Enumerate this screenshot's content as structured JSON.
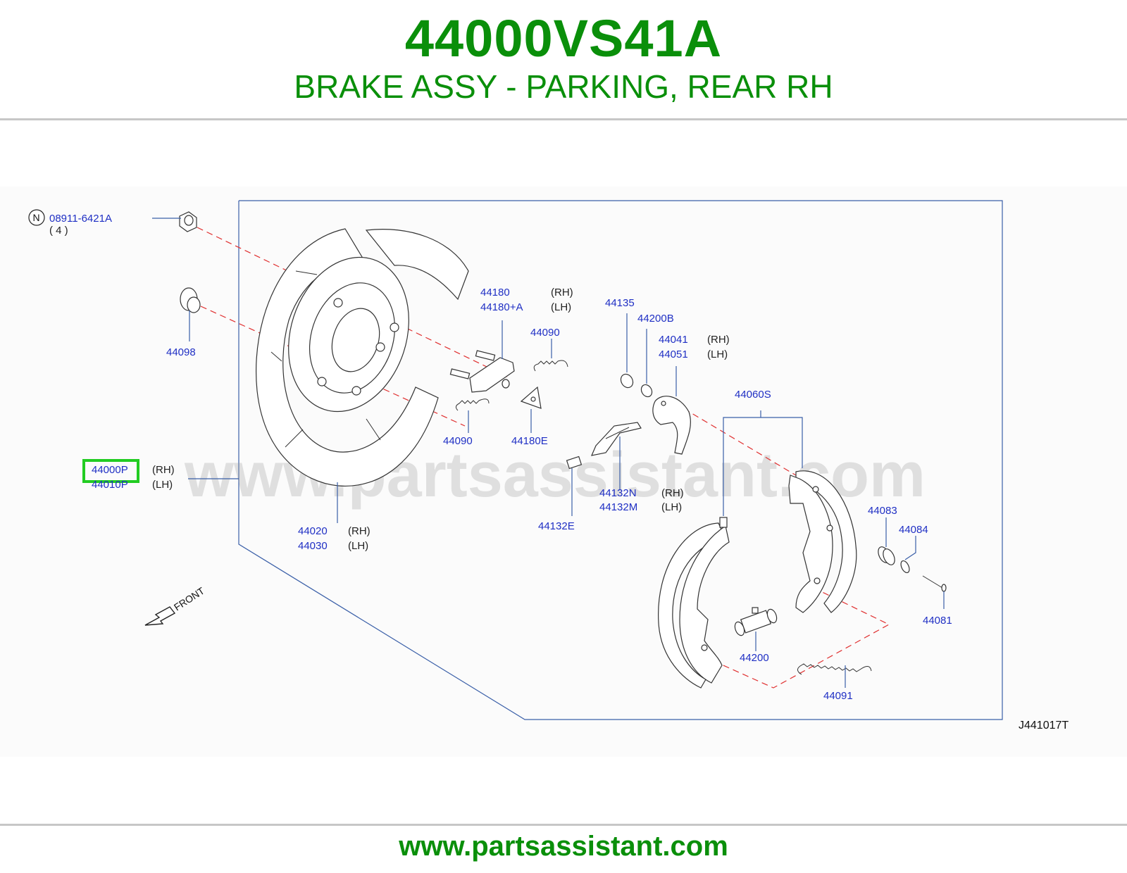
{
  "header": {
    "part_number": "44000VS41A",
    "part_description": "BRAKE ASSY - PARKING, REAR RH"
  },
  "diagram": {
    "callouts": {
      "n_symbol": "N",
      "nut_part": "08911-6421A",
      "nut_qty": "( 4   )",
      "p44098": "44098",
      "p44000P": "44000P",
      "p44000P_side": "(RH)",
      "p44010P": "44010P",
      "p44010P_side": "(LH)",
      "p44020": "44020",
      "p44020_side": "(RH)",
      "p44030": "44030",
      "p44030_side": "(LH)",
      "p44180": "44180",
      "p44180_side": "(RH)",
      "p44180A": "44180+A",
      "p44180A_side": "(LH)",
      "p44090_top": "44090",
      "p44090_bottom": "44090",
      "p44180E": "44180E",
      "p44135": "44135",
      "p44200B": "44200B",
      "p44041": "44041",
      "p44041_side": "(RH)",
      "p44051": "44051",
      "p44051_side": "(LH)",
      "p44060S": "44060S",
      "p44132N": "44132N",
      "p44132N_side": "(RH)",
      "p44132M": "44132M",
      "p44132M_side": "(LH)",
      "p44132E": "44132E",
      "p44083": "44083",
      "p44084": "44084",
      "p44081": "44081",
      "p44200": "44200",
      "p44091": "44091"
    },
    "front_label": "FRONT",
    "drawing_code": "J441017T",
    "watermark": "www.partsassistant.com",
    "highlighted_part": "44000P",
    "highlight_color": "#22cc22"
  },
  "footer": {
    "url": "www.partsassistant.com"
  }
}
